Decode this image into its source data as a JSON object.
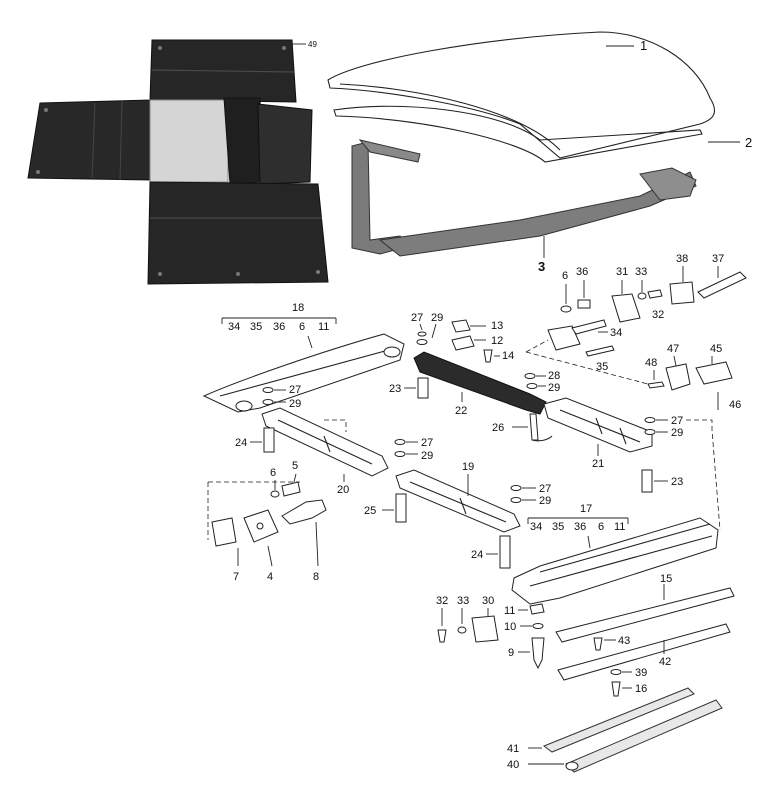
{
  "callouts": {
    "c1": "1",
    "c2": "2",
    "c3": "3",
    "c4": "4",
    "c5": "5",
    "c6a": "6",
    "c6b": "6",
    "c7": "7",
    "c8": "8",
    "c9": "9",
    "c10": "10",
    "c11": "11",
    "c12": "12",
    "c13": "13",
    "c14": "14",
    "c15": "15",
    "c16": "16",
    "c17": "17",
    "c18": "18",
    "c19": "19",
    "c20": "20",
    "c21": "21",
    "c22": "22",
    "c23a": "23",
    "c23b": "23",
    "c24a": "24",
    "c24b": "24",
    "c25": "25",
    "c26": "26",
    "c27a": "27",
    "c27b": "27",
    "c27c": "27",
    "c27d": "27",
    "c27e": "27",
    "c28": "28",
    "c29a": "29",
    "c29b": "29",
    "c29c": "29",
    "c29d": "29",
    "c29e": "29",
    "c29f": "29",
    "c30": "30",
    "c31": "31",
    "c32a": "32",
    "c32b": "32",
    "c33a": "33",
    "c33b": "33",
    "c34": "34",
    "c35": "35",
    "c36": "36",
    "c37": "37",
    "c38": "38",
    "c39": "39",
    "c40": "40",
    "c41": "41",
    "c42": "42",
    "c43": "43",
    "c45": "45",
    "c46": "46",
    "c47": "47",
    "c48": "48",
    "c49": "49"
  },
  "assembly18": {
    "number": "18",
    "includes": [
      "34",
      "35",
      "36",
      "6",
      "11"
    ]
  },
  "assembly17": {
    "number": "17",
    "includes": [
      "34",
      "35",
      "36",
      "6",
      "11"
    ]
  },
  "icons": {
    "hardtop": "roof-panel-icon",
    "storage-cover": "cover-bag-icon"
  },
  "colors": {
    "ink": "#222222",
    "paper": "#ffffff",
    "cover": "#2b2b2b",
    "frame": "#6e6e6e"
  }
}
